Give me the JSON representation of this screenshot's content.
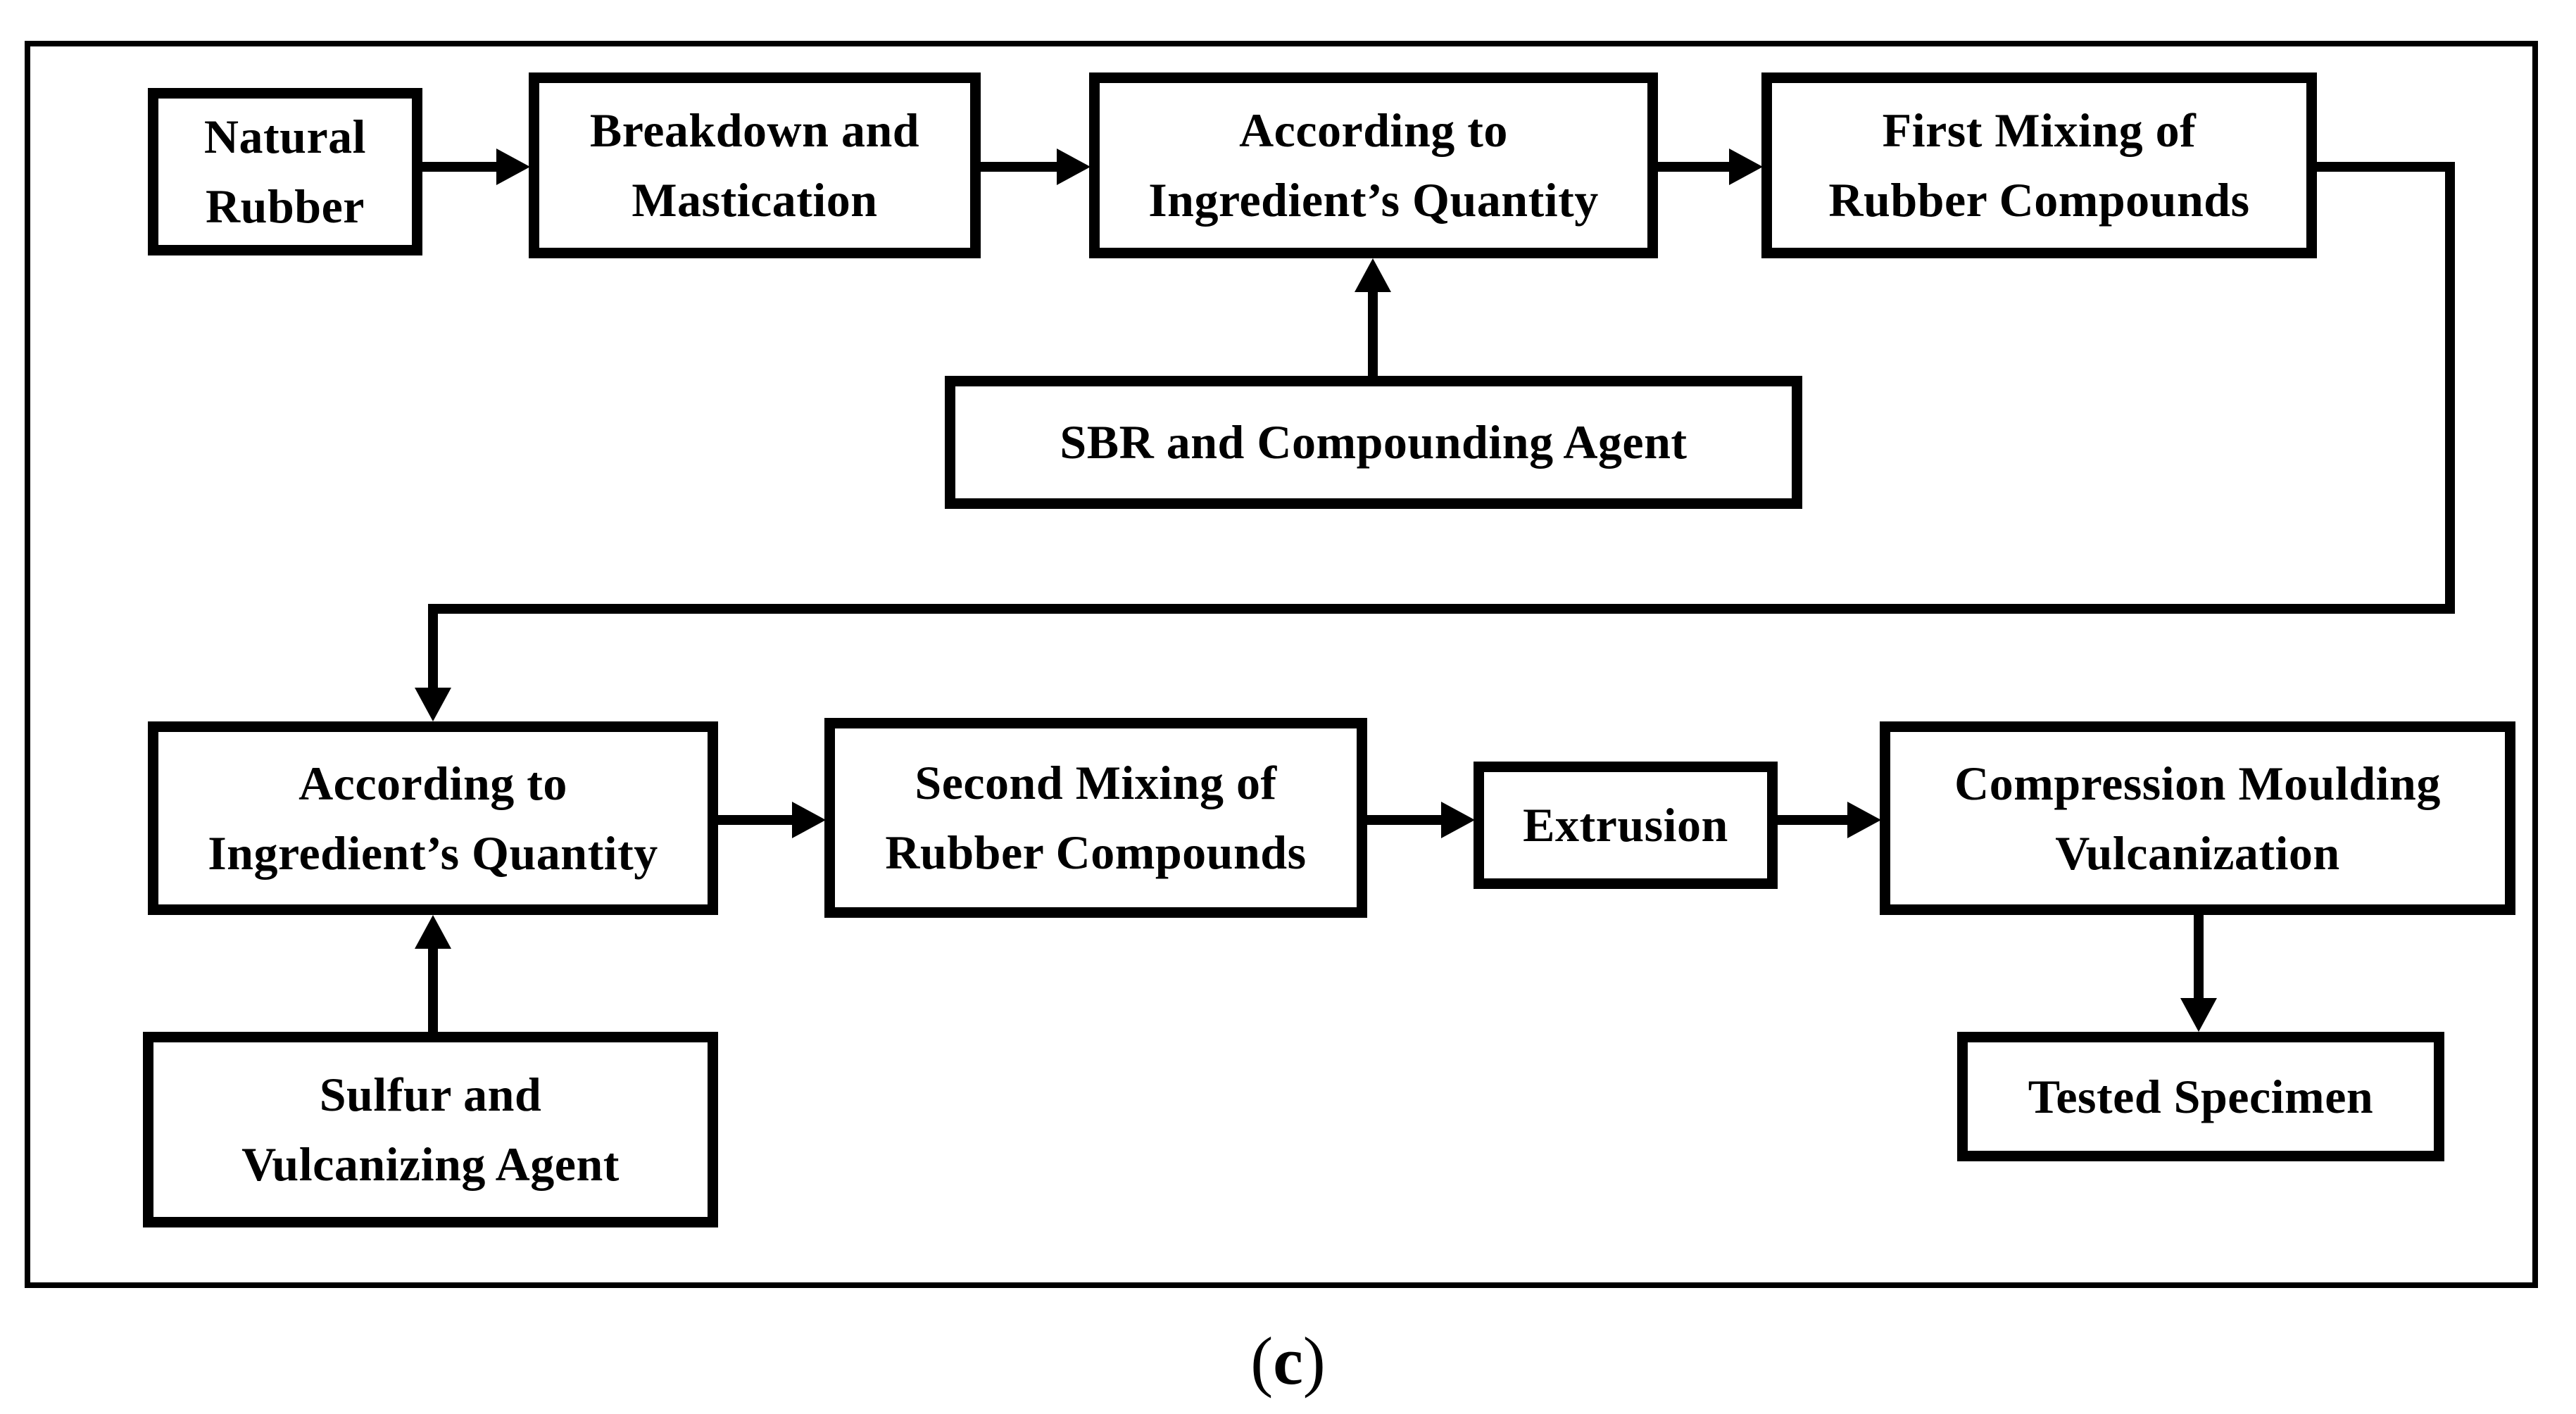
{
  "figure": {
    "caption": {
      "open": "(",
      "letter": "c",
      "close": ")"
    }
  },
  "nodes": {
    "natural_rubber": {
      "label": "Natural\nRubber"
    },
    "breakdown_mastication": {
      "label": "Breakdown and\nMastication"
    },
    "according_top": {
      "label": "According to\nIngredient’s Quantity"
    },
    "first_mixing": {
      "label": "First Mixing of\nRubber Compounds"
    },
    "sbr_agent": {
      "label": "SBR and Compounding Agent"
    },
    "according_bottom": {
      "label": "According to\nIngredient’s Quantity"
    },
    "second_mixing": {
      "label": "Second Mixing of\nRubber Compounds"
    },
    "extrusion": {
      "label": "Extrusion"
    },
    "compression_moulding": {
      "label": "Compression Moulding\nVulcanization"
    },
    "tested_specimen": {
      "label": "Tested Specimen"
    },
    "sulfur_agent": {
      "label": "Sulfur and\nVulcanizing Agent"
    }
  },
  "colors": {
    "ink": "#000000",
    "background": "#ffffff"
  }
}
